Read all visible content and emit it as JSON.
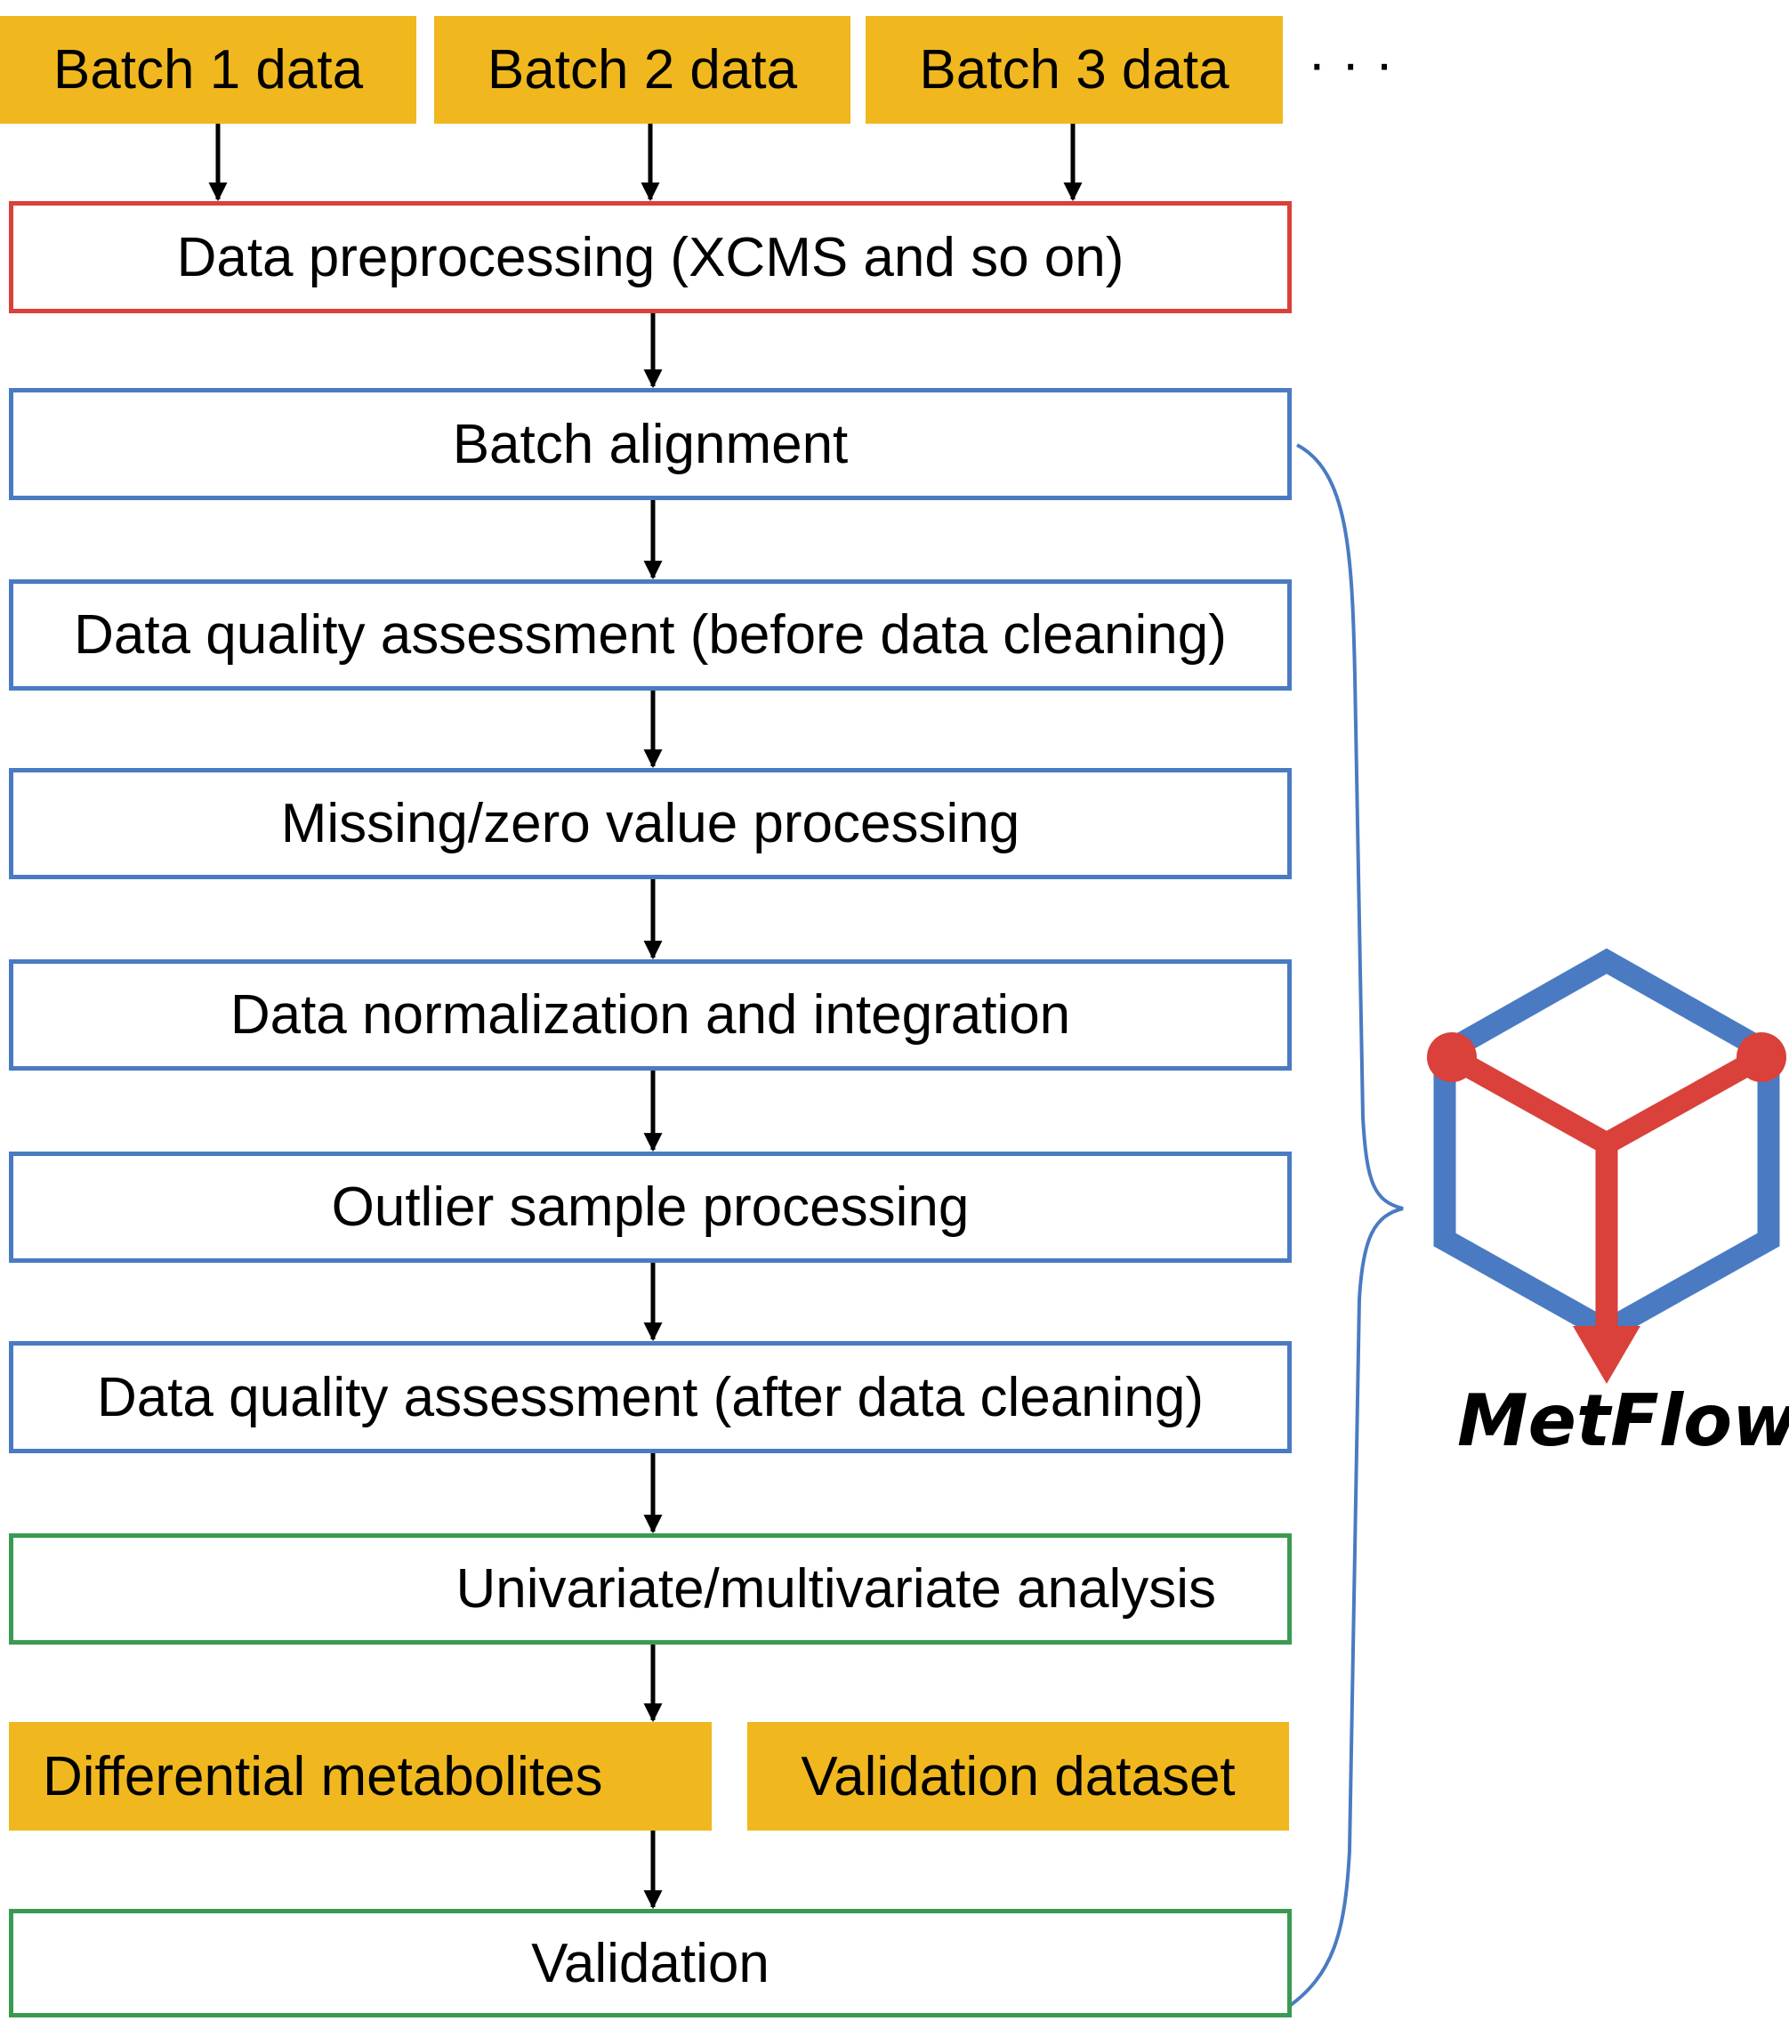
{
  "inputs": [
    {
      "label": "Batch 1 data"
    },
    {
      "label": "Batch 2 data"
    },
    {
      "label": "Batch 3 data"
    }
  ],
  "ellipsis": "· · ·",
  "steps": {
    "preprocessing": "Data preprocessing (XCMS and so on)",
    "batch_alignment": "Batch alignment",
    "quality_before": "Data quality assessment (before data cleaning)",
    "missing_zero": "Missing/zero value processing",
    "normalization": "Data normalization and integration",
    "outlier": "Outlier sample processing",
    "quality_after": "Data quality assessment (after data cleaning)",
    "analysis": "Univariate/multivariate analysis",
    "validation": "Validation"
  },
  "outputs": {
    "differential": "Differential metabolites",
    "validation_dataset": "Validation dataset"
  },
  "logo": {
    "name": "MetFlow"
  },
  "colors": {
    "orange": "#f0b81e",
    "red": "#d9413a",
    "blue": "#4a7bc2",
    "green": "#3a9a52"
  }
}
